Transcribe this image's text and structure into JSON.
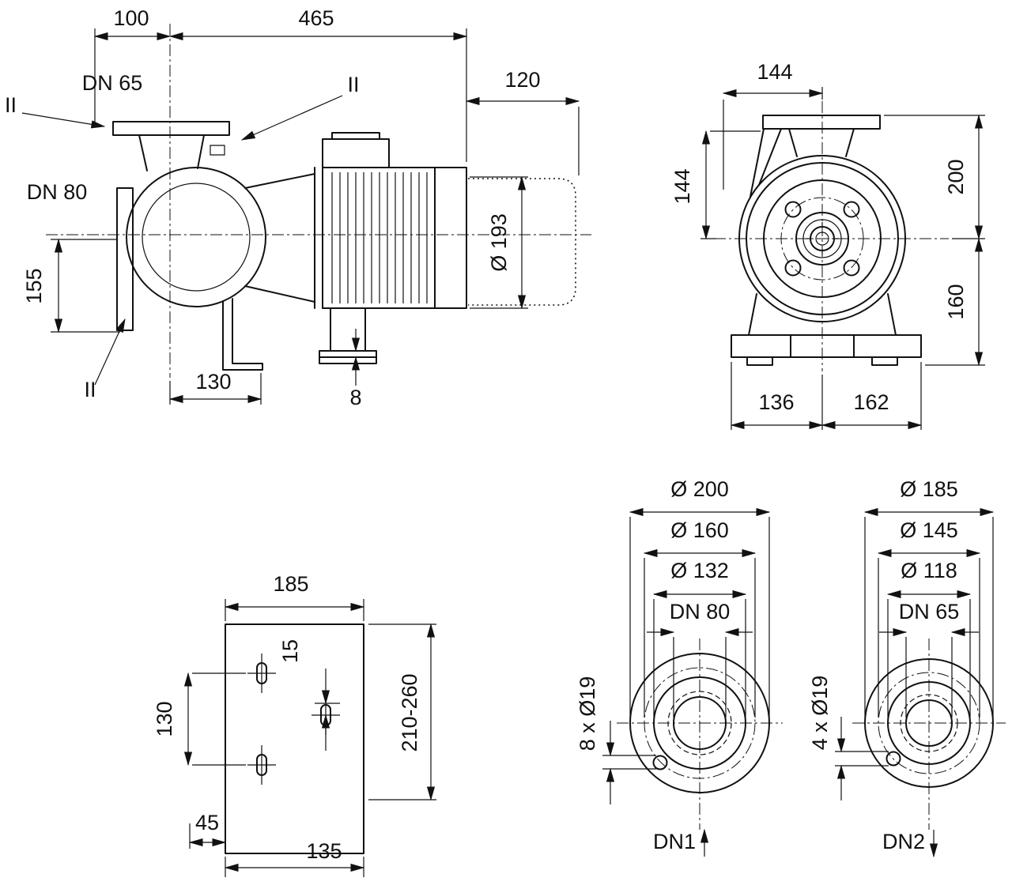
{
  "drawing": {
    "section_marker": "II",
    "side_view": {
      "dim_100": "100",
      "dim_465": "465",
      "dim_120": "120",
      "label_dn65": "DN 65",
      "label_dn80": "DN 80",
      "dim_155": "155",
      "dim_dia_193": "Ø 193",
      "dim_130": "130",
      "dim_8": "8"
    },
    "front_view": {
      "dim_144_top": "144",
      "dim_144_side": "144",
      "dim_200": "200",
      "dim_160": "160",
      "dim_136": "136",
      "dim_162": "162"
    },
    "base_view": {
      "dim_185": "185",
      "dim_130": "130",
      "dim_15": "15",
      "dim_range": "210-260",
      "dim_45": "45",
      "dim_135": "135"
    },
    "flange_dn80": {
      "dim_outer": "Ø 200",
      "dim_bolt_circle": "Ø 160",
      "dim_face": "Ø 132",
      "dim_bore": "DN 80",
      "dim_holes": "8 x Ø19",
      "label_port": "DN1"
    },
    "flange_dn65": {
      "dim_outer": "Ø 185",
      "dim_bolt_circle": "Ø 145",
      "dim_face": "Ø 118",
      "dim_bore": "DN 65",
      "dim_holes": "4 x Ø19",
      "label_port": "DN2"
    },
    "colors": {
      "line": "#111111",
      "background": "#ffffff"
    }
  }
}
